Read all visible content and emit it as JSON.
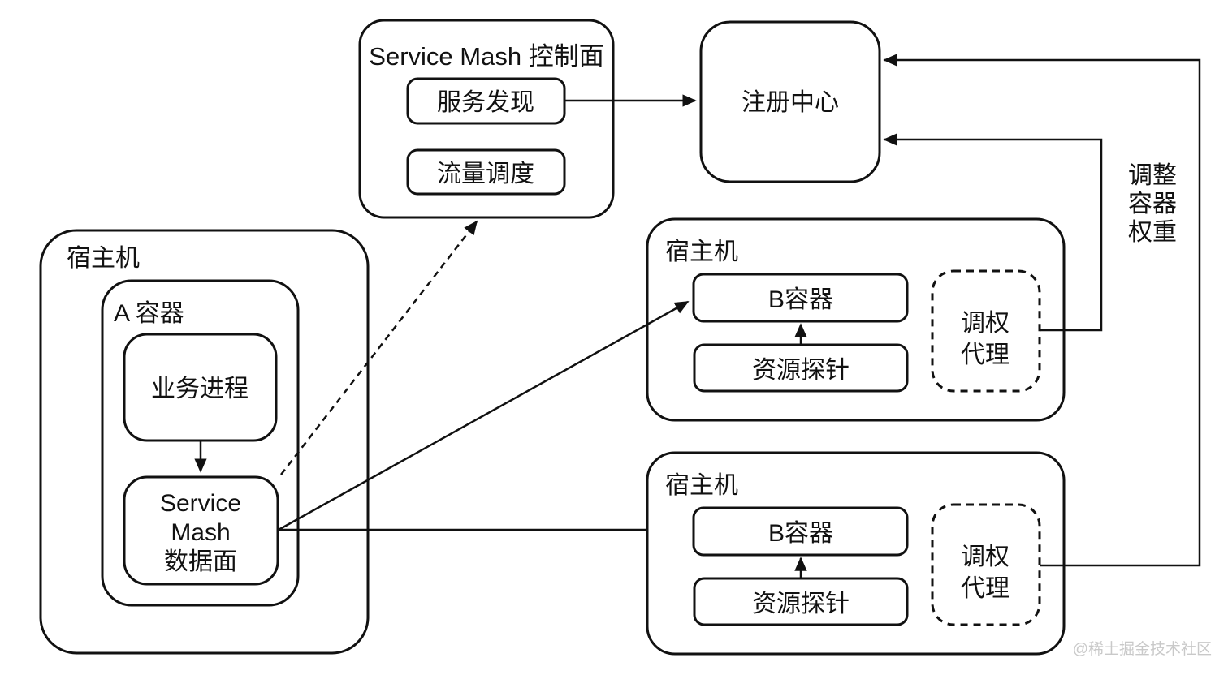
{
  "colors": {
    "ink": "#111111",
    "background": "#ffffff",
    "watermark": "#c9c9c9"
  },
  "control_plane": {
    "title": "Service Mash 控制面",
    "service_discovery": "服务发现",
    "traffic_scheduling": "流量调度"
  },
  "registry": {
    "label": "注册中心"
  },
  "host_a": {
    "label": "宿主机",
    "container_a": {
      "label": "A 容器",
      "business_process": "业务进程",
      "data_plane_lines": [
        "Service",
        "Mash",
        "数据面"
      ]
    }
  },
  "host_b_top": {
    "label": "宿主机",
    "container_b": "B容器",
    "resource_probe": "资源探针",
    "weight_agent_lines": [
      "调权",
      "代理"
    ]
  },
  "host_b_bottom": {
    "label": "宿主机",
    "container_b": "B容器",
    "resource_probe": "资源探针",
    "weight_agent_lines": [
      "调权",
      "代理"
    ]
  },
  "annotation_lines": [
    "调整",
    "容器",
    "权重"
  ],
  "watermark": "@稀土掘金技术社区"
}
